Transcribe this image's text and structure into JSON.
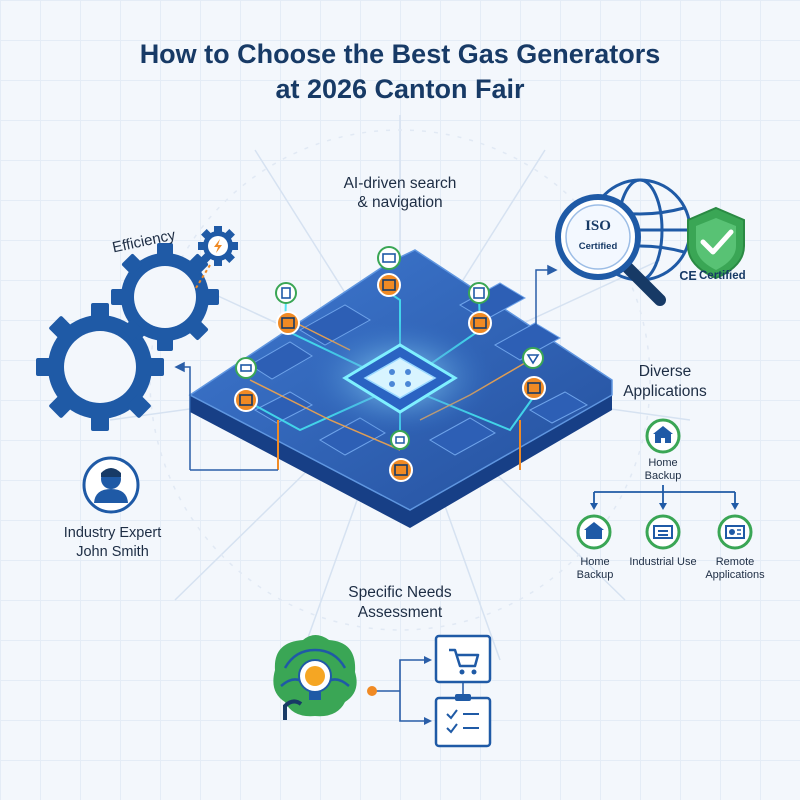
{
  "title": {
    "line1": "How to Choose the Best Gas Generators",
    "line2": "at 2026 Canton Fair"
  },
  "labels": {
    "ai_search_line1": "AI-driven search",
    "ai_search_line2": "& navigation",
    "efficiency": "Efficiency",
    "expert_line1": "Industry Expert",
    "expert_line2": "John Smith",
    "needs_line1": "Specific Needs",
    "needs_line2": "Assessment",
    "diverse_line1": "Diverse",
    "diverse_line2": "Applications"
  },
  "certifications": {
    "iso_text": "ISO",
    "iso_certified": "Certified",
    "ce_mark": "CE",
    "ce_certified": "Certified"
  },
  "applications": {
    "root": {
      "line1": "Home",
      "line2": "Backup"
    },
    "children": [
      {
        "line1": "Home",
        "line2": "Backup"
      },
      {
        "line1": "Industrial Use",
        "line2": ""
      },
      {
        "line1": "Remote",
        "line2": "Applications"
      }
    ]
  },
  "colors": {
    "primary": "#1f5aa6",
    "dark_blue": "#173a66",
    "orange": "#f08a24",
    "green": "#3aa655",
    "teal": "#38d6e8"
  }
}
